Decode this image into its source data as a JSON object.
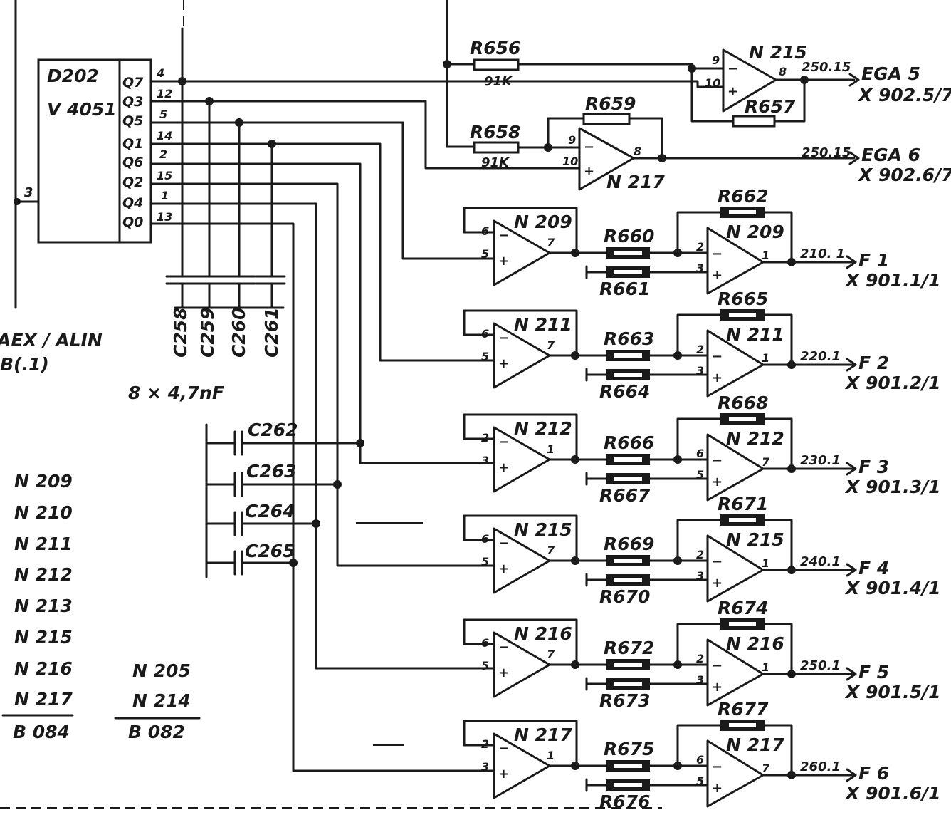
{
  "chip": {
    "ref": "D202",
    "type": "V 4051",
    "input_pin": "3",
    "outputs": [
      {
        "name": "Q7",
        "pin": "4"
      },
      {
        "name": "Q3",
        "pin": "12"
      },
      {
        "name": "Q5",
        "pin": "5"
      },
      {
        "name": "Q1",
        "pin": "14"
      },
      {
        "name": "Q6",
        "pin": "2"
      },
      {
        "name": "Q2",
        "pin": "15"
      },
      {
        "name": "Q4",
        "pin": "1"
      },
      {
        "name": "Q0",
        "pin": "13"
      }
    ]
  },
  "input_net": {
    "line1": "AEX / ALIN",
    "line2": "B(.1)"
  },
  "hold_caps": [
    "C258",
    "C259",
    "C260",
    "C261"
  ],
  "side_caps": [
    "C262",
    "C263",
    "C264",
    "C265"
  ],
  "cap_value": "8 × 4,7nF",
  "top_stages": [
    {
      "amp": "N 215",
      "r_in": "R656",
      "r_in_val": "91K",
      "r_fb": "R657",
      "pin_neg": "9",
      "pin_pos": "10",
      "pin_out": "8",
      "net": "250.15",
      "out": "EGA 5",
      "conn": "X 902.5/7"
    },
    {
      "amp": "N 217",
      "r_in": "R658",
      "r_in_val": "91K",
      "r_fb": "R659",
      "pin_neg": "9",
      "pin_pos": "10",
      "pin_out": "8",
      "net": "250.15",
      "out": "EGA 6",
      "conn": "X 902.6/7"
    }
  ],
  "channels": [
    {
      "buf": "N 209",
      "buf_neg": "6",
      "buf_pos": "5",
      "buf_out": "7",
      "amp": "N 209",
      "amp_neg": "2",
      "amp_pos": "3",
      "amp_out": "1",
      "r_ser": "R660",
      "r_gnd": "R661",
      "r_fb": "R662",
      "net": "210. 1",
      "out": "F 1",
      "conn": "X 901.1/1"
    },
    {
      "buf": "N 211",
      "buf_neg": "6",
      "buf_pos": "5",
      "buf_out": "7",
      "amp": "N 211",
      "amp_neg": "2",
      "amp_pos": "3",
      "amp_out": "1",
      "r_ser": "R663",
      "r_gnd": "R664",
      "r_fb": "R665",
      "net": "220.1",
      "out": "F 2",
      "conn": "X 901.2/1"
    },
    {
      "buf": "N 212",
      "buf_neg": "2",
      "buf_pos": "3",
      "buf_out": "1",
      "amp": "N 212",
      "amp_neg": "6",
      "amp_pos": "5",
      "amp_out": "7",
      "r_ser": "R666",
      "r_gnd": "R667",
      "r_fb": "R668",
      "net": "230.1",
      "out": "F 3",
      "conn": "X 901.3/1"
    },
    {
      "buf": "N 215",
      "buf_neg": "6",
      "buf_pos": "5",
      "buf_out": "7",
      "amp": "N 215",
      "amp_neg": "2",
      "amp_pos": "3",
      "amp_out": "1",
      "r_ser": "R669",
      "r_gnd": "R670",
      "r_fb": "R671",
      "net": "240.1",
      "out": "F 4",
      "conn": "X 901.4/1"
    },
    {
      "buf": "N 216",
      "buf_neg": "6",
      "buf_pos": "5",
      "buf_out": "7",
      "amp": "N 216",
      "amp_neg": "2",
      "amp_pos": "3",
      "amp_out": "1",
      "r_ser": "R672",
      "r_gnd": "R673",
      "r_fb": "R674",
      "net": "250.1",
      "out": "F 5",
      "conn": "X 901.5/1"
    },
    {
      "buf": "N 217",
      "buf_neg": "2",
      "buf_pos": "3",
      "buf_out": "1",
      "amp": "N 217",
      "amp_neg": "6",
      "amp_pos": "5",
      "amp_out": "7",
      "r_ser": "R675",
      "r_gnd": "R676",
      "r_fb": "R677",
      "net": "260.1",
      "out": "F 6",
      "conn": "X 901.6/1"
    }
  ],
  "legend": {
    "col1": [
      "N 209",
      "N 210",
      "N 211",
      "N 212",
      "N 213",
      "N 215",
      "N 216",
      "N 217"
    ],
    "col1_type": "B 084",
    "col2": [
      "N 205",
      "N 214"
    ],
    "col2_type": "B 082"
  }
}
